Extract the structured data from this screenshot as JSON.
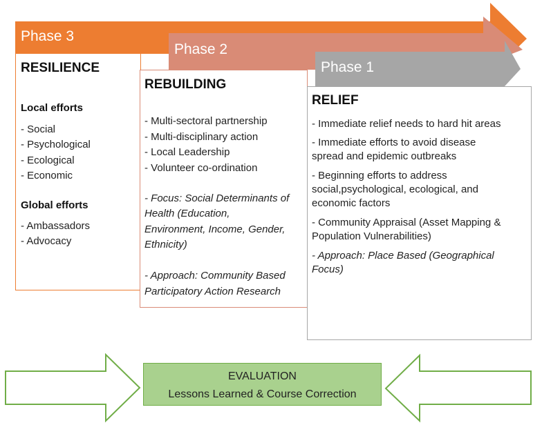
{
  "colors": {
    "phase3": "#ed7d31",
    "phase2": "#d98b76",
    "phase1": "#a6a6a6",
    "evaluation_fill": "#a9d18e",
    "evaluation_arrow": "#70ad47"
  },
  "phase3": {
    "label": "Phase 3",
    "title": "RESILIENCE",
    "local_heading": "Local efforts",
    "local_items": [
      "- Social",
      "- Psychological",
      "- Ecological",
      "- Economic"
    ],
    "global_heading": "Global efforts",
    "global_items": [
      "- Ambassadors",
      "- Advocacy"
    ]
  },
  "phase2": {
    "label": "Phase 2",
    "title": "REBUILDING",
    "items": [
      "- Multi-sectoral partnership",
      "- Multi-disciplinary action",
      "- Local Leadership",
      "- Volunteer co-ordination"
    ],
    "focus_lines": [
      "- Focus: Social Determinants of",
      "Health  (Education,",
      "Environment, Income, Gender,",
      "Ethnicity)"
    ],
    "approach_lines": [
      "- Approach: Community Based",
      "Participatory Action Research"
    ]
  },
  "phase1": {
    "label": "Phase 1",
    "title": "RELIEF",
    "items": [
      [
        "- Immediate relief needs to hard hit areas"
      ],
      [
        "- Immediate efforts to avoid disease",
        "spread and epidemic outbreaks"
      ],
      [
        "- Beginning efforts to address",
        "social,psychological, ecological, and",
        "economic factors"
      ],
      [
        "- Community Appraisal (Asset Mapping &",
        "Population Vulnerabilities)"
      ]
    ],
    "approach_lines": [
      "- Approach: Place Based  (Geographical",
      "Focus)"
    ]
  },
  "evaluation": {
    "title": "EVALUATION",
    "subtitle": "Lessons Learned & Course Correction"
  }
}
